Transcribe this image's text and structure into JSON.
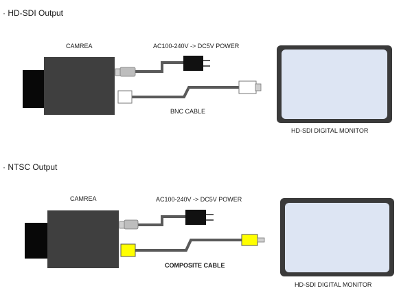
{
  "sections": [
    {
      "title": "· HD-SDI Output",
      "camera_label": "CAMREA",
      "power_label": "AC100-240V -> DC5V POWER",
      "cable_label": "BNC CABLE",
      "monitor_label": "HD-SDI DIGITAL MONITOR",
      "connector_color": "#ffffff"
    },
    {
      "title": "· NTSC Output",
      "camera_label": "CAMREA",
      "power_label": "AC100-240V -> DC5V POWER",
      "cable_label": "COMPOSITE CABLE",
      "monitor_label": "HD-SDI DIGITAL MONITOR",
      "connector_color": "#ffff00"
    }
  ],
  "colors": {
    "camera_body": "#3f3f3f",
    "lens": "#080808",
    "cable": "#5a5a5a",
    "monitor_frame": "#3a3a3a",
    "monitor_screen": "#dde5f3"
  }
}
